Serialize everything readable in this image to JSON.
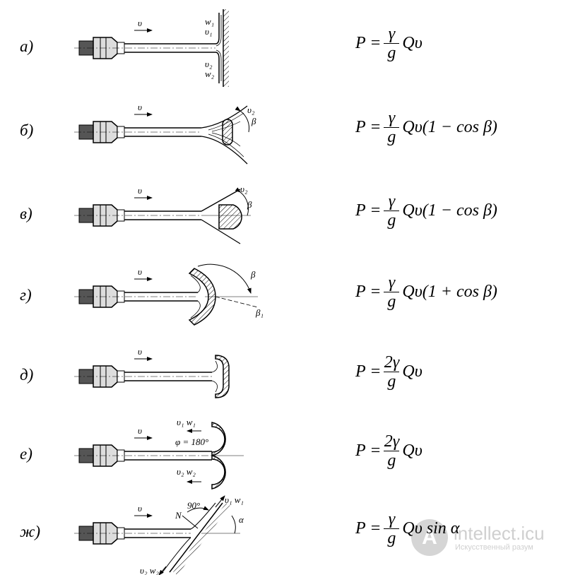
{
  "rows": [
    {
      "label": "а)",
      "num": "γ",
      "den": "g",
      "pre": "P =",
      "rest": "Qυ",
      "notes": [
        "υ",
        "w₁",
        "υ₁",
        "υ₂",
        "w₂"
      ]
    },
    {
      "label": "б)",
      "num": "γ",
      "den": "g",
      "pre": "P =",
      "rest": "Qυ(1 − cos β)",
      "notes": [
        "υ",
        "υ₂",
        "β"
      ]
    },
    {
      "label": "в)",
      "num": "γ",
      "den": "g",
      "pre": "P =",
      "rest": "Qυ(1 − cos β)",
      "notes": [
        "υ",
        "υ₂",
        "β"
      ]
    },
    {
      "label": "г)",
      "num": "γ",
      "den": "g",
      "pre": "P =",
      "rest": "Qυ(1 + cos β)",
      "notes": [
        "υ",
        "β",
        "β₁"
      ]
    },
    {
      "label": "д)",
      "num": "2γ",
      "den": "g",
      "pre": "P =",
      "rest": "Qυ",
      "notes": [
        "υ"
      ]
    },
    {
      "label": "е)",
      "num": "2γ",
      "den": "g",
      "pre": "P =",
      "rest": "Qυ",
      "notes": [
        "υ",
        "υ₁ w₁",
        "φ = 180°",
        "υ₂ w₂"
      ]
    },
    {
      "label": "ж)",
      "num": "γ",
      "den": "g",
      "pre": "P =",
      "rest": "Qυ sin α",
      "notes": [
        "υ",
        "N",
        "90°",
        "υ₁ w₁",
        "α",
        "υ₂ w₂"
      ]
    }
  ],
  "watermark": {
    "logo": "A",
    "title": "intellect.icu",
    "subtitle": "Искусственный разум"
  }
}
